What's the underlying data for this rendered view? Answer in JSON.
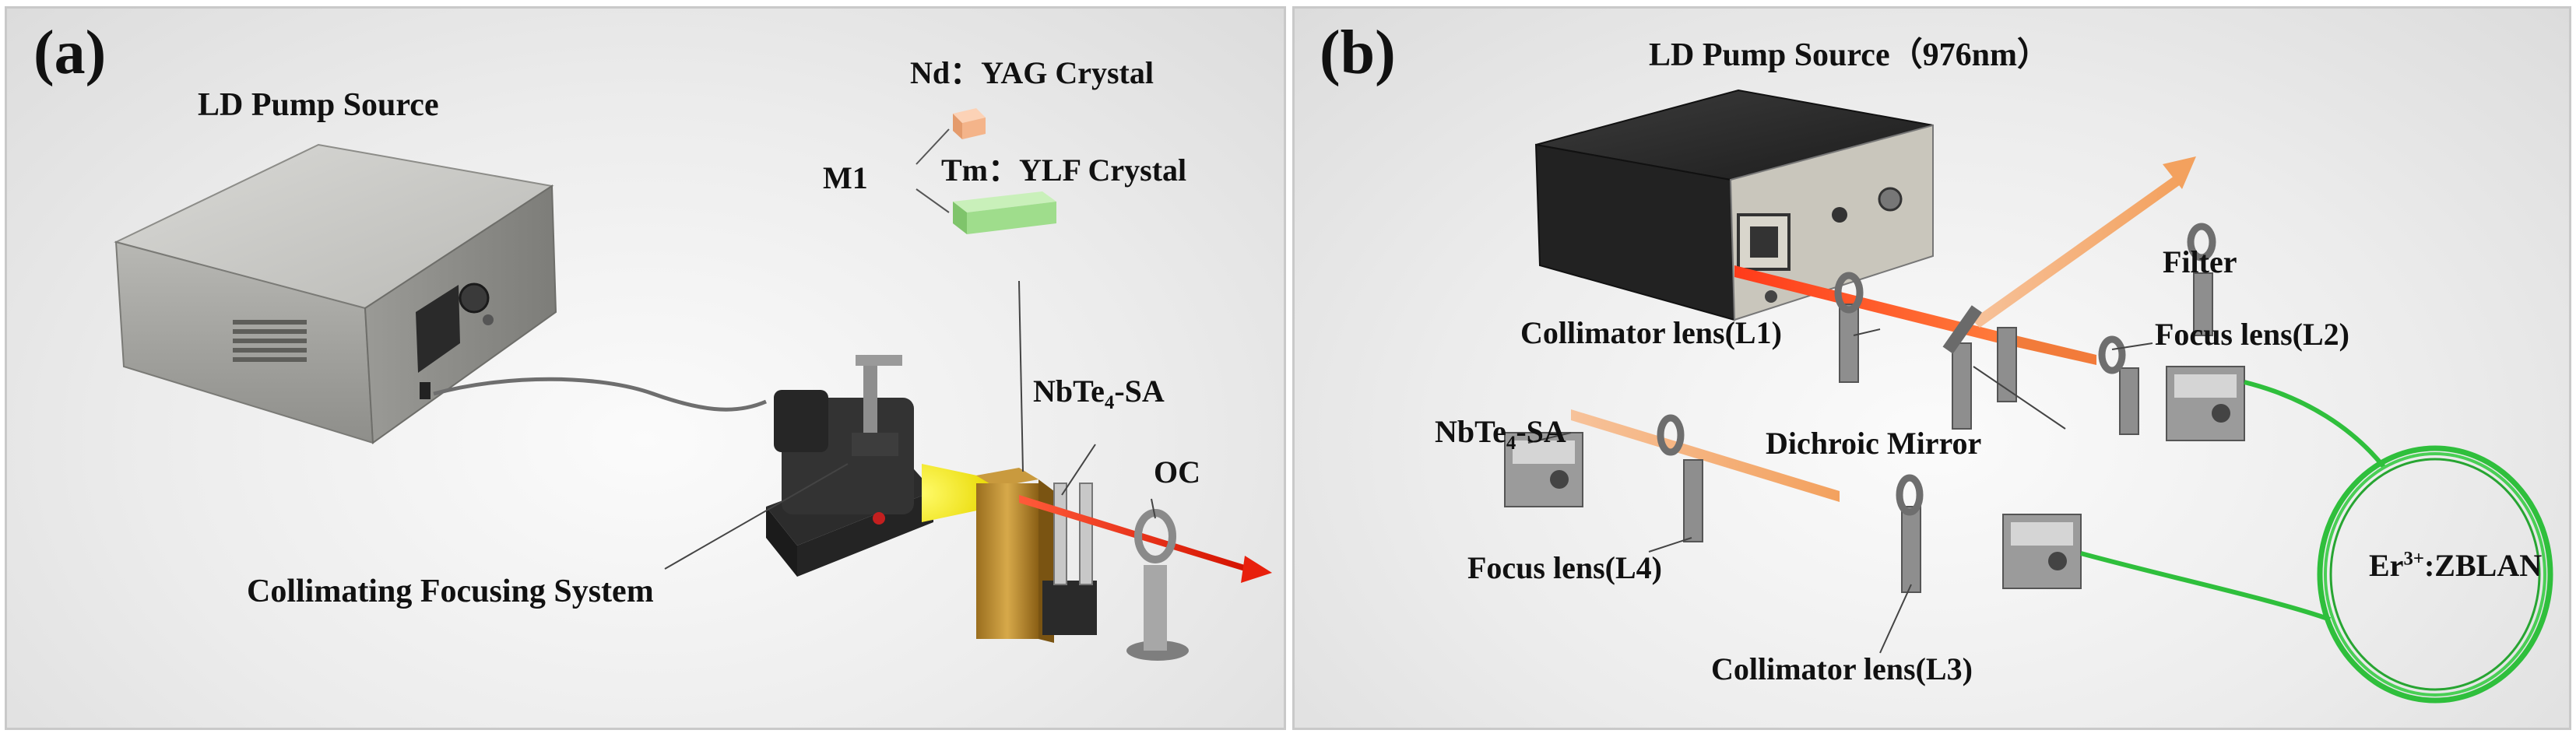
{
  "panel_a": {
    "letter": "(a)",
    "pump_source": "LD Pump Source",
    "crystal_1": "Nd：YAG Crystal",
    "crystal_2": "Tm：YLF Crystal",
    "mirror": "M1",
    "sa_prefix": "NbTe",
    "sa_sub": "4",
    "sa_suffix": "-SA",
    "oc": "OC",
    "focusing": "Collimating Focusing System"
  },
  "panel_b": {
    "letter": "(b)",
    "pump_source": "LD Pump Source（976nm）",
    "filter": "Filter",
    "collimator_l1": "Collimator lens(L1)",
    "focus_l2": "Focus lens(L2)",
    "sa_prefix": "NbTe",
    "sa_sub": "4",
    "sa_suffix": "-SA",
    "dichroic": "Dichroic Mirror",
    "focus_l4": "Focus lens(L4)",
    "collimator_l3": "Collimator lens(L3)",
    "fiber_prefix": "Er",
    "fiber_sup": "3+",
    "fiber_suffix": ":ZBLAN"
  },
  "colors": {
    "laser_red": "#e8200c",
    "pump_yellow": "#f4f000",
    "crystal_orange": "#f4b48a",
    "crystal_green": "#9fdd8c",
    "fiber_green": "#2fbf3c",
    "output_beam": "#f6b27a"
  }
}
